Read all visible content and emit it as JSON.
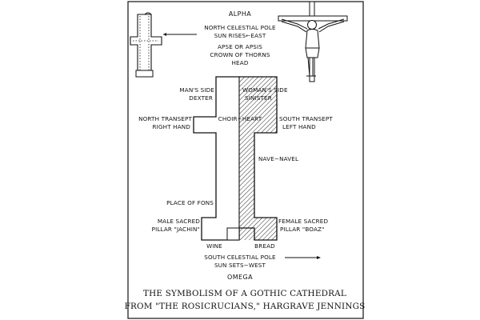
{
  "diagram": {
    "top_label": "ALPHA",
    "north": {
      "line1": "NORTH CELESTIAL POLE",
      "line2": "SUN RISES←EAST"
    },
    "head": {
      "line1": "APSE OR APSIS",
      "line2": "CROWN OF THORNS",
      "line3": "HEAD"
    },
    "mans_side": {
      "line1": "MAN'S SIDE",
      "line2": "DEXTER"
    },
    "womans_side": {
      "line1": "WOMAN'S SIDE",
      "line2": "SINISTER"
    },
    "north_transept": {
      "line1": "NORTH TRANSEPT",
      "line2": "RIGHT HAND"
    },
    "south_transept": {
      "line1": "SOUTH TRANSEPT",
      "line2": "LEFT HAND"
    },
    "choir_heart": "CHOIR∼HEART",
    "nave": "NAVE∼NAVEL",
    "font": "PLACE OF FONS",
    "male_pillar": {
      "line1": "MALE SACRED",
      "line2": "PILLAR \"JACHIN\""
    },
    "female_pillar": {
      "line1": "FEMALE SACRED",
      "line2": "PILLAR \"BOAZ\""
    },
    "wine": "WINE",
    "bread": "BREAD",
    "south": {
      "line1": "SOUTH CELESTIAL POLE",
      "line2": "SUN SETS∼WEST"
    },
    "bottom_label": "OMEGA"
  },
  "caption": {
    "line1": "THE SYMBOLISM  OF A GOTHIC CATHEDRAL",
    "line2": "FROM \"THE ROSICRUCIANS,\" HARGRAVE JENNINGS"
  },
  "icons": {
    "cathedral_plan": "cathedral-floor-plan-icon",
    "crucifix": "crucifix-figure-icon",
    "arrow_left": "arrow-left-icon",
    "arrow_right": "arrow-right-icon"
  }
}
